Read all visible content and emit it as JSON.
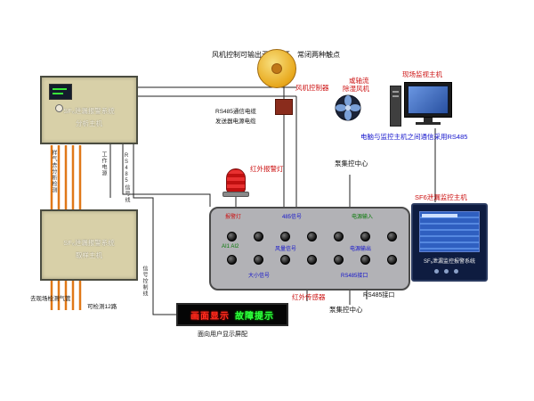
{
  "labels": {
    "top_note": "风机控制可输出无源常开、常闭两种触点",
    "fan_controller": "风机控制器",
    "axial_1": "或轴流",
    "axial_2": "除湿风机",
    "site_monitor": "现场监视主机",
    "comm_note": "电脑与监控主机之间通信采用RS485",
    "cable_1": "RS485通信电缆",
    "cable_2": "发送器电源电缆",
    "alarm_light": "红外报警灯",
    "pump_center_top": "泵集控中心",
    "pump_center_bottom": "泵集控中心",
    "ir_sensor": "红外传感器",
    "rs485_port": "RS485接口",
    "monitor_host": "SF6泄漏监控主机",
    "led_caption": "面向用户显示屏配",
    "gas_pipe": "去现场检测气管",
    "channels": "可检测12路",
    "v_sample": "样气去分析检测",
    "v_power": "工作电源",
    "v_rs485": "RS485信号线",
    "v_signal": "信号控制线"
  },
  "analyzer": {
    "title": "SF₆泄漏报警系统",
    "subtitle": "分析主机"
  },
  "sampler": {
    "title": "SF₆泄漏报警系统",
    "subtitle": "取样主机"
  },
  "panel": {
    "top_labels": [
      "报警灯",
      "485信号",
      "电源输入"
    ],
    "mid_labels": [
      "AI1 AI2",
      "风量信号",
      "电源输出"
    ],
    "bottom_labels": [
      "大小信号",
      "RS485接口"
    ]
  },
  "monitor_host_screen": {
    "title": "SF₆泄漏监控报警系统"
  },
  "led": {
    "red_text": "画面显示",
    "green_text": "故障提示"
  },
  "colors": {
    "gas_wire_orange": "#e07818",
    "signal_wire_black": "#222222",
    "device_beige": "#d8d0a8",
    "panel_gray": "#b2b2b6",
    "host_navy": "#0e1c40",
    "label_red": "#cc1111",
    "label_blue": "#1414cc",
    "label_green": "#0a7a0a"
  }
}
